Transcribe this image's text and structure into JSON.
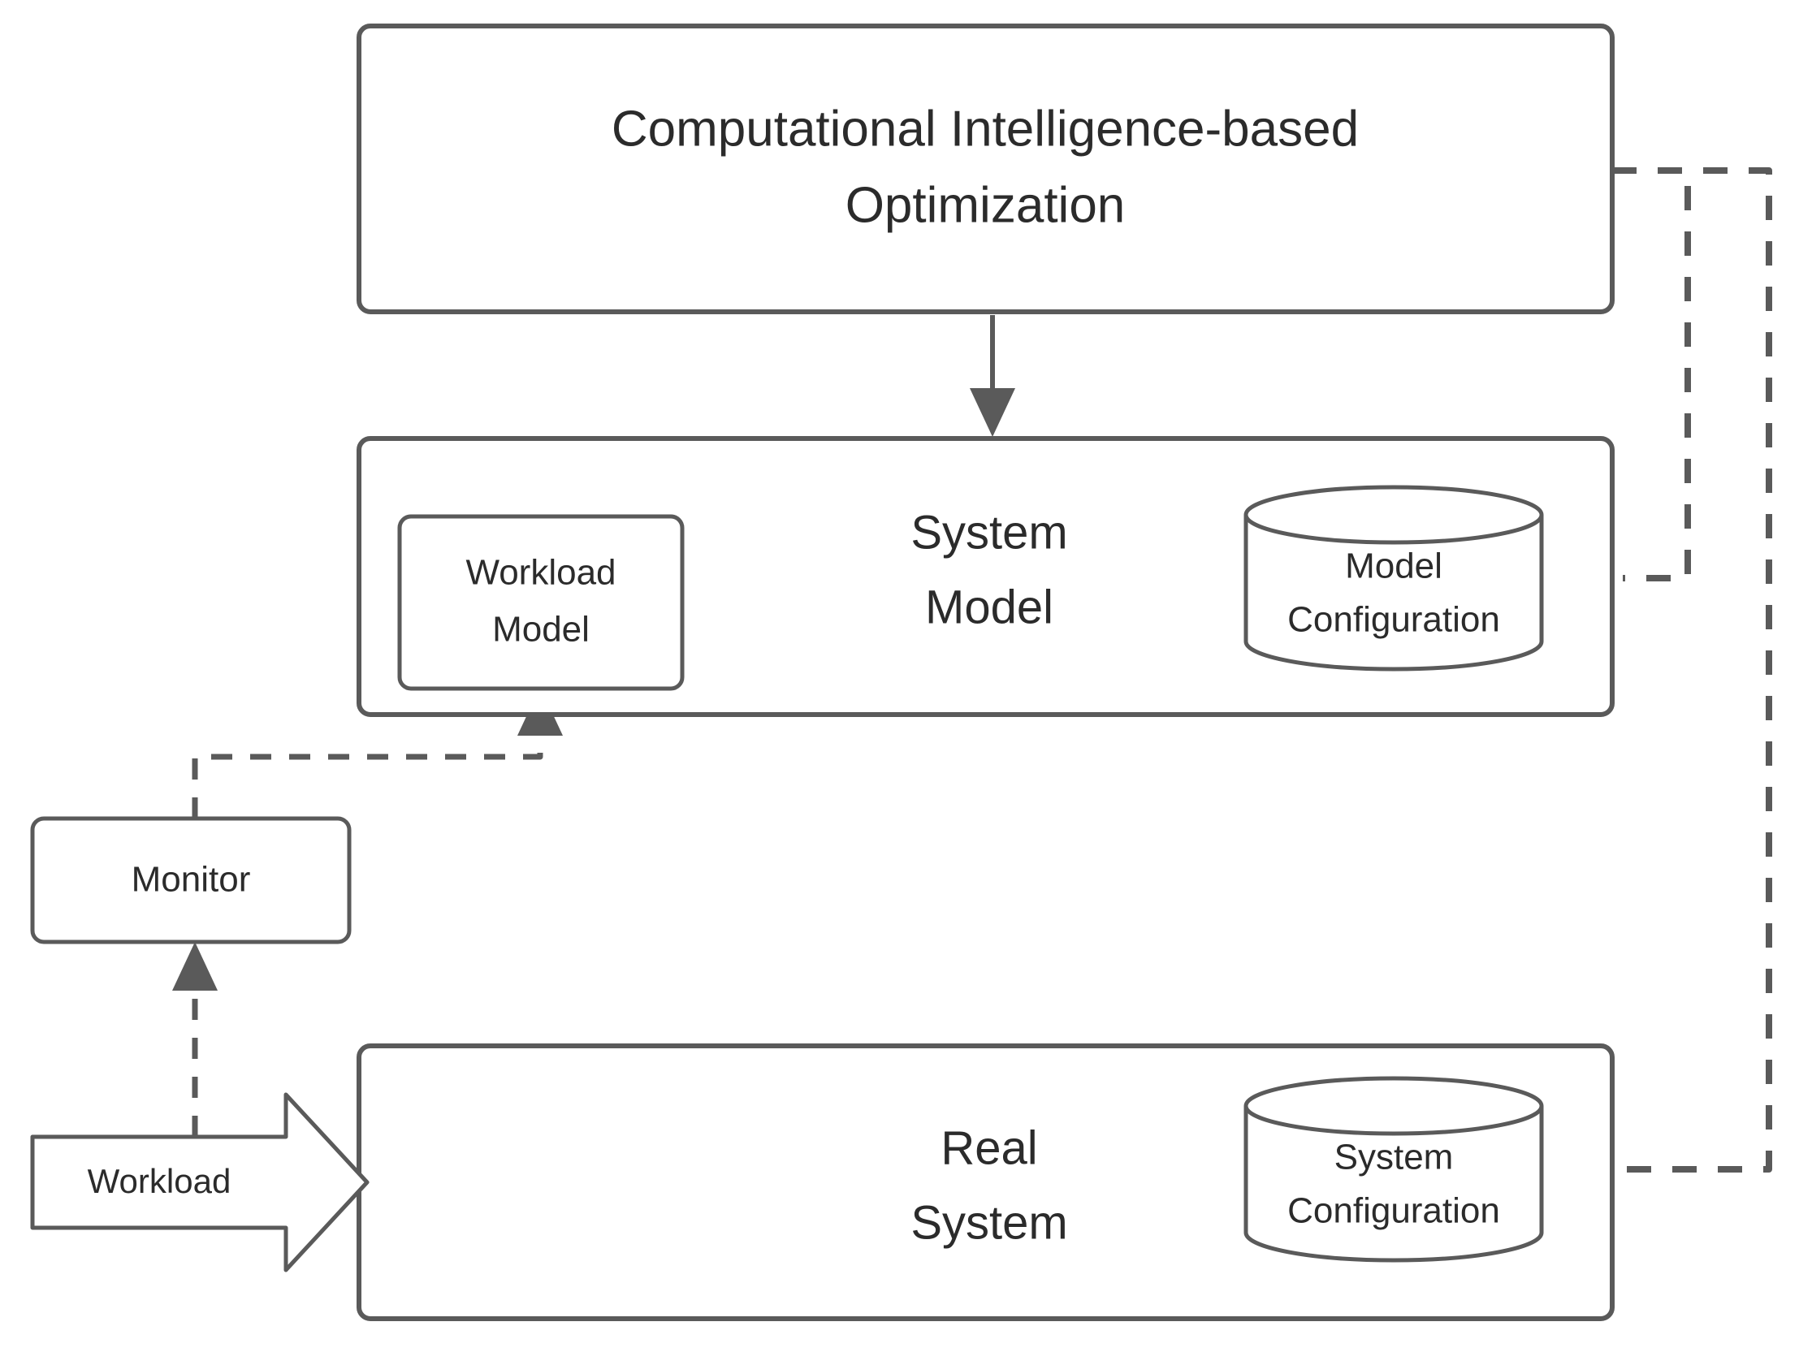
{
  "diagram": {
    "title": "Computational Intelligence-based Optimization feedback loop",
    "colors": {
      "stroke": "#5a5a5a",
      "text": "#2b2b2b",
      "background": "#ffffff"
    },
    "nodes": {
      "optimizer": {
        "label_line1": "Computational Intelligence-based",
        "label_line2": "Optimization",
        "shape": "rounded-rectangle"
      },
      "system_model": {
        "label_line1": "System",
        "label_line2": "Model",
        "shape": "rounded-rectangle"
      },
      "workload_model": {
        "label_line1": "Workload",
        "label_line2": "Model",
        "shape": "rounded-rectangle"
      },
      "model_configuration": {
        "label_line1": "Model",
        "label_line2": "Configuration",
        "shape": "cylinder"
      },
      "monitor": {
        "label": "Monitor",
        "shape": "rounded-rectangle"
      },
      "workload": {
        "label": "Workload",
        "shape": "right-arrow"
      },
      "real_system": {
        "label_line1": "Real",
        "label_line2": "System",
        "shape": "rounded-rectangle"
      },
      "system_configuration": {
        "label_line1": "System",
        "label_line2": "Configuration",
        "shape": "cylinder"
      }
    },
    "edges": [
      {
        "name": "optimizer-to-system-model",
        "from": "optimizer",
        "to": "system_model",
        "style": "solid",
        "arrow": "end"
      },
      {
        "name": "optimizer-to-model-configuration",
        "from": "optimizer",
        "to": "model_configuration",
        "style": "dashed",
        "arrow": "end"
      },
      {
        "name": "optimizer-to-system-configuration",
        "from": "optimizer",
        "to": "system_configuration",
        "style": "dashed",
        "arrow": "end"
      },
      {
        "name": "monitor-to-workload-model",
        "from": "monitor",
        "to": "workload_model",
        "style": "dashed",
        "arrow": "end"
      },
      {
        "name": "workload-to-monitor",
        "from": "workload",
        "to": "monitor",
        "style": "dashed",
        "arrow": "end"
      },
      {
        "name": "workload-to-real-system",
        "from": "workload",
        "to": "real_system",
        "style": "block-arrow",
        "arrow": "end"
      }
    ]
  }
}
